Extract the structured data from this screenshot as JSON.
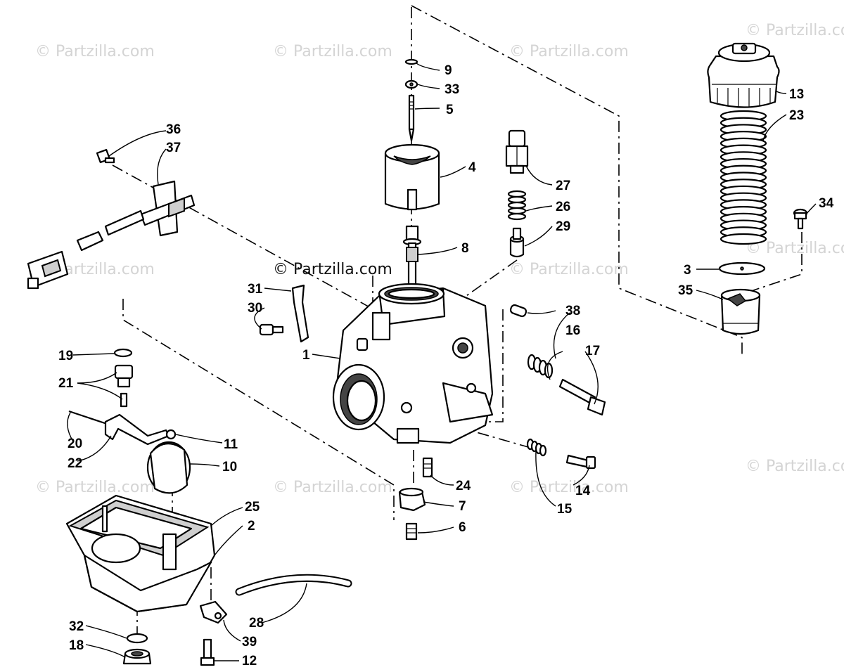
{
  "watermark": {
    "text": "© Partzilla.com",
    "main_text": "© Partzilla.com"
  },
  "callouts": {
    "c1": "1",
    "c2": "2",
    "c3": "3",
    "c4": "4",
    "c5": "5",
    "c6": "6",
    "c7": "7",
    "c8": "8",
    "c9": "9",
    "c10": "10",
    "c11": "11",
    "c12": "12",
    "c13": "13",
    "c14": "14",
    "c15": "15",
    "c16": "16",
    "c17": "17",
    "c18": "18",
    "c19": "19",
    "c20": "20",
    "c21": "21",
    "c22": "22",
    "c23": "23",
    "c24": "24",
    "c25": "25",
    "c26": "26",
    "c27": "27",
    "c28": "28",
    "c29": "29",
    "c30": "30",
    "c31": "31",
    "c32": "32",
    "c33": "33",
    "c34": "34",
    "c35": "35",
    "c36": "36",
    "c37": "37",
    "c38": "38",
    "c39": "39"
  }
}
